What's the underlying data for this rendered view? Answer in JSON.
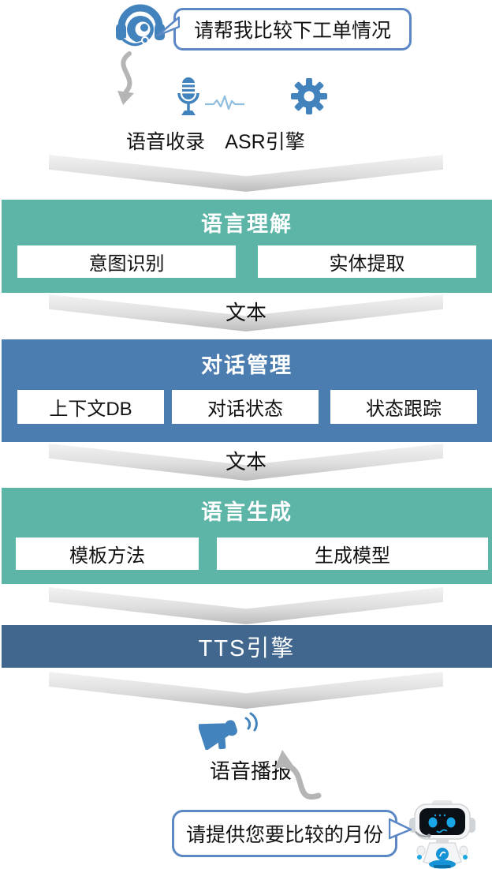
{
  "colors": {
    "teal": "#5cb5a6",
    "steel_blue": "#4b7db0",
    "navy": "#41678f",
    "bubble_border": "#5b87c5",
    "icon_blue": "#4282bd",
    "arrow_gray": "#b5b5b5"
  },
  "top": {
    "user_bubble_text": "请帮我比较下工单情况",
    "voice_capture_label": "语音收录",
    "asr_label": "ASR引擎",
    "icons": [
      "headset-icon",
      "microphone-icon",
      "waveform-icon",
      "gear-icon",
      "curved-arrow-down-icon"
    ]
  },
  "flow": {
    "connector_label": "文本"
  },
  "stages": [
    {
      "title": "语言理解",
      "items": [
        "意图识别",
        "实体提取"
      ]
    },
    {
      "title": "对话管理",
      "items": [
        "上下文DB",
        "对话状态",
        "状态跟踪"
      ]
    },
    {
      "title": "语言生成",
      "items": [
        "模板方法",
        "生成模型"
      ]
    }
  ],
  "tts": {
    "label": "TTS引擎"
  },
  "bottom": {
    "broadcast_label": "语音播报",
    "bot_bubble_text": "请提供您要比较的月份",
    "icons": [
      "megaphone-icon",
      "curved-arrow-up-icon",
      "robot-icon"
    ]
  }
}
